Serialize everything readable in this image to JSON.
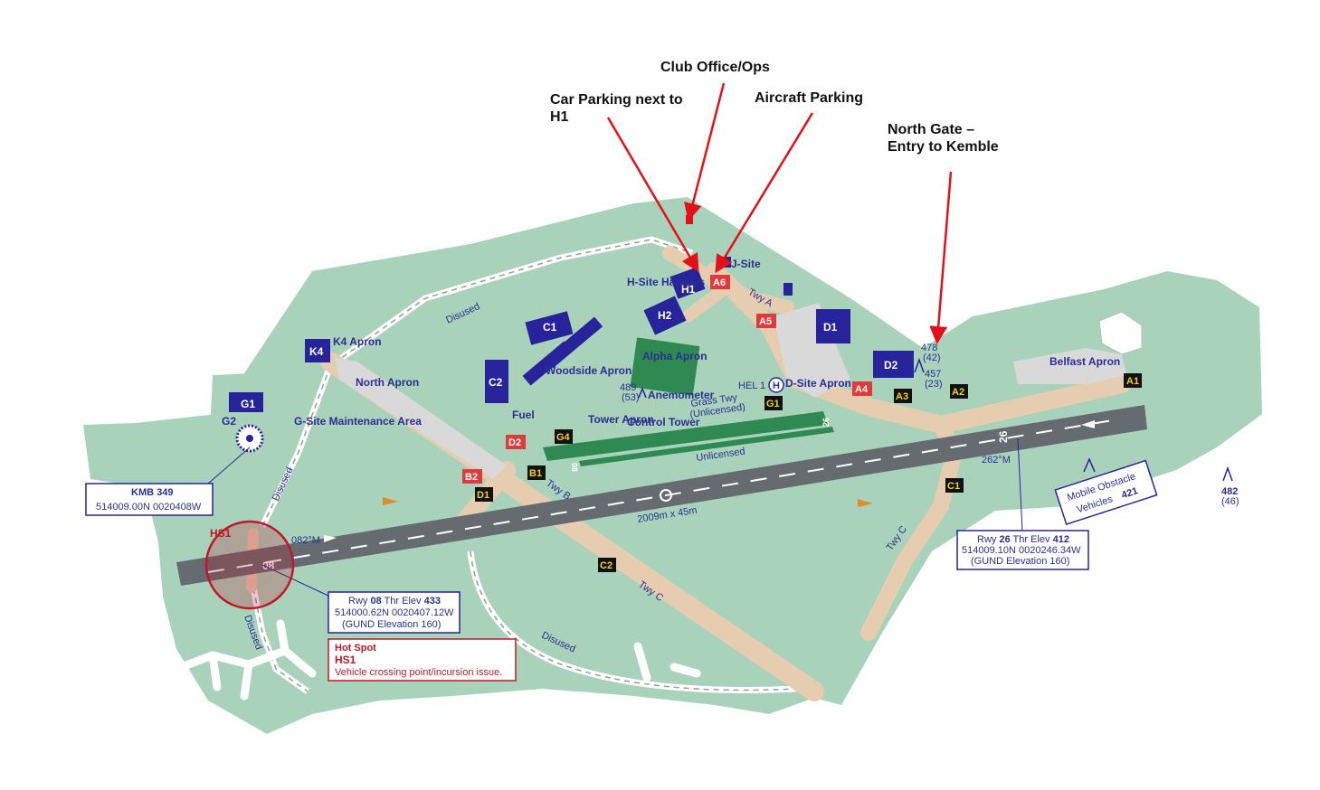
{
  "callouts": {
    "club_office": "Club Office/Ops",
    "car_parking": "Car Parking next to H1",
    "aircraft_parking": "Aircraft Parking",
    "north_gate": "North Gate – Entry to Kemble"
  },
  "areas": {
    "h_site_hangars": "H-Site Hangars",
    "j_site": "J-Site",
    "disused_north": "Disused",
    "k4_apron": "K4 Apron",
    "north_apron": "North Apron",
    "alpha_apron": "Alpha Apron",
    "woodside_apron": "Woodside Apron",
    "fuel": "Fuel",
    "tower_apron": "Tower Apron",
    "control_tower": "Control Tower",
    "anemometer": "Anemometer",
    "grass_twy": "Grass Twy",
    "grass_twy_sub": "(Unlicensed)",
    "unlicensed": "Unlicensed",
    "hel1": "HEL 1",
    "d_site_apron": "D-Site Apron",
    "belfast_apron": "Belfast Apron",
    "g_site": "G-Site Maintenance Area",
    "disused_west": "Disused",
    "disused_south": "Disused",
    "disused_sw": "Disused",
    "twy_a": "Twy A",
    "twy_b": "Twy B",
    "twy_c": "Twy C",
    "twy_c2": "Twy C",
    "runway_dims": "2009m x 45m",
    "mag_082": "082°M",
    "mag_262": "262°M",
    "mobile_obstacle_1": "Mobile Obstacle",
    "mobile_obstacle_2": "Vehicles",
    "mobile_obstacle_val": "421"
  },
  "buildings": [
    "H1",
    "H2",
    "C1",
    "C2",
    "K4",
    "G1",
    "G2",
    "D1",
    "D2"
  ],
  "taxiways": {
    "yellow": [
      "A1",
      "A2",
      "A3",
      "B1",
      "C1",
      "C2",
      "D1",
      "G1",
      "G4"
    ],
    "red": [
      "A4",
      "A5",
      "A6",
      "B2",
      "D2"
    ]
  },
  "rwy_numbers": {
    "rwy08": "08",
    "rwy26": "26",
    "grass08": "08",
    "grass26": "26"
  },
  "obstacles": {
    "o478": "478",
    "o478s": "(42)",
    "o457": "457",
    "o457s": "(23)",
    "o489": "489",
    "o489s": "(53)",
    "o482": "482",
    "o482s": "(46)"
  },
  "kmb": {
    "title": "KMB 349",
    "coords": "514009.00N 0020408W"
  },
  "rwy08_box": {
    "line1a": "Rwy ",
    "line1b": "08",
    "line1c": " Thr Elev ",
    "line1d": "433",
    "line2": "514000.62N 0020407.12W",
    "line3": "(GUND Elevation 160)"
  },
  "rwy26_box": {
    "line1a": "Rwy ",
    "line1b": "26",
    "line1c": " Thr Elev ",
    "line1d": "412",
    "line2": "514009.10N 0020246.34W",
    "line3": "(GUND Elevation 160)"
  },
  "hotspot": {
    "label": "HS1",
    "title": "Hot Spot",
    "name": "HS1",
    "desc": "Vehicle crossing point/incursion issue."
  },
  "colors": {
    "grass": "#a9d2bb",
    "runway": "#666b70",
    "taxiway": "#e6cdb0",
    "building": "#27239a",
    "apron_green": "#2f8a52",
    "arrow": "#e3101a",
    "yellow_tag": "#f2d31a",
    "red_tag": "#e23a3a",
    "hotspot": "#c0182a"
  }
}
